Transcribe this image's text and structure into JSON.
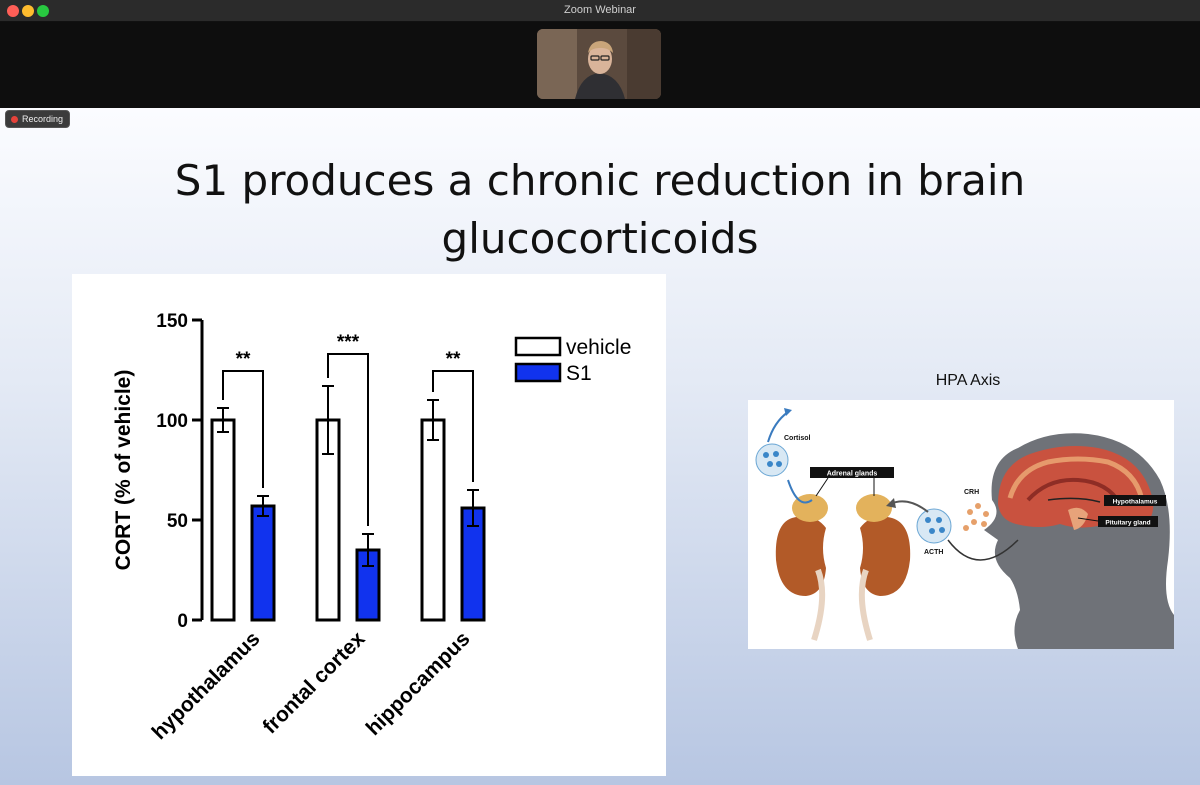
{
  "window": {
    "title": "Zoom Webinar"
  },
  "recording": {
    "label": "Recording"
  },
  "slide": {
    "title_line1": "S1 produces a chronic reduction in brain",
    "title_line2": "glucocorticoids"
  },
  "chart_data": {
    "type": "bar",
    "ylabel": "CORT (% of vehicle)",
    "ylim": [
      0,
      150
    ],
    "yticks": [
      "0",
      "50",
      "100",
      "150"
    ],
    "categories": [
      "hypothalamus",
      "frontal cortex",
      "hippocampus"
    ],
    "series": [
      {
        "name": "vehicle",
        "values": [
          100,
          100,
          100
        ],
        "errors": [
          6,
          17,
          10
        ],
        "color": "#ffffff"
      },
      {
        "name": "S1",
        "values": [
          57,
          35,
          56
        ],
        "errors": [
          5,
          8,
          9
        ],
        "color": "#1133ee"
      }
    ],
    "significance": [
      "**",
      "***",
      "**"
    ],
    "legend_position": "top-right"
  },
  "hpa": {
    "title": "HPA Axis",
    "labels": {
      "cortisol": "Cortisol",
      "adrenal": "Adrenal glands",
      "crh": "CRH",
      "acth": "ACTH",
      "hypothalamus": "Hypothalamus",
      "pituitary": "Pituitary gland"
    }
  }
}
